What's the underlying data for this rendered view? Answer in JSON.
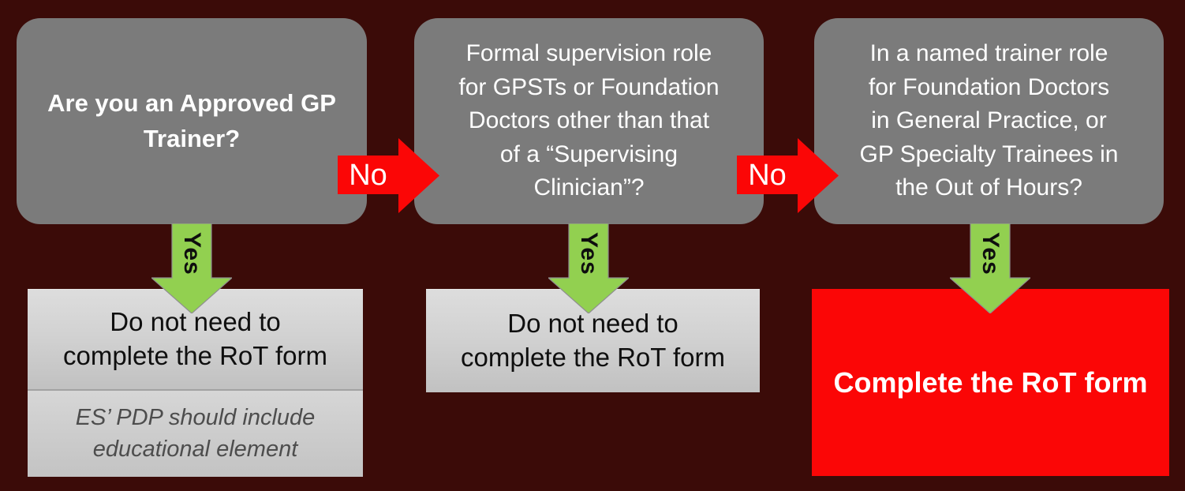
{
  "flow": {
    "title_hint": "RoT form decision flowchart",
    "no_label": "No",
    "yes_label": "Yes",
    "questions": [
      {
        "id": "approved-gp-trainer",
        "text": "Are you an Approved GP\nTrainer?",
        "bold": true
      },
      {
        "id": "formal-supervision-role",
        "text": "Formal supervision role\nfor GPSTs or Foundation\nDoctors other than that\nof a “Supervising\nClinician”?",
        "bold": false
      },
      {
        "id": "named-trainer-role",
        "text": "In a named trainer role\nfor Foundation Doctors\nin General Practice, or\nGP Specialty Trainees in\nthe Out of Hours?",
        "bold": false
      }
    ],
    "outcomes": [
      {
        "id": "outcome-1",
        "text": "Do not need to\ncomplete the RoT form",
        "note": "ES’ PDP should include\neducational element"
      },
      {
        "id": "outcome-2",
        "text": "Do not need to\ncomplete the RoT form"
      },
      {
        "id": "outcome-3",
        "text": "Complete the RoT form"
      }
    ],
    "colors": {
      "background": "#3B0B08",
      "question_box": "#7B7B7B",
      "question_text": "#FFFFFF",
      "no_arrow": "#FB0606",
      "yes_arrow": "#92D050",
      "yes_arrow_outline": "#8f8f8f",
      "result_box_light": "#D2D2D2",
      "result_box_red": "#FB0606",
      "note_text": "#4D4D4D"
    }
  }
}
